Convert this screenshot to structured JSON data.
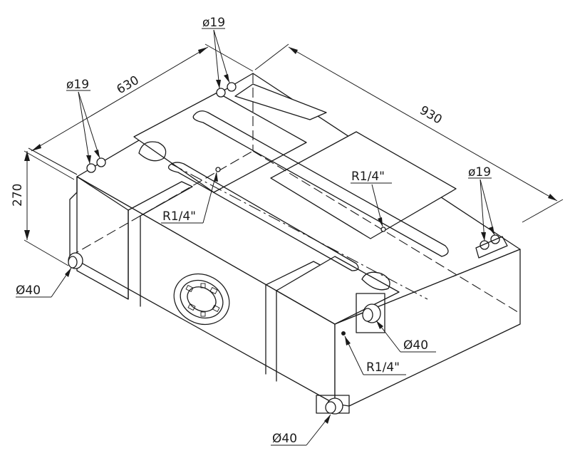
{
  "dimensions": {
    "length": "930",
    "width": "630",
    "height": "270"
  },
  "callouts": {
    "port_19_a": "ø19",
    "port_19_b": "ø19",
    "port_19_c": "ø19",
    "port_40_left": "Ø40",
    "port_40_front": "Ø40",
    "port_40_bottom": "Ø40",
    "thread_top_left": "R1/4\"",
    "thread_top_center": "R1/4\"",
    "thread_front": "R1/4\""
  }
}
